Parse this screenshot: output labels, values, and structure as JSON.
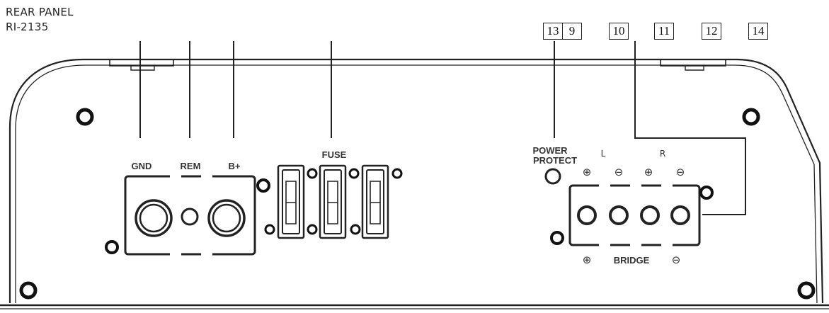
{
  "header": {
    "line1": "REAR PANEL",
    "line2": "RI-2135"
  },
  "callouts": [
    "13",
    "9",
    "10",
    "11",
    "12",
    "14"
  ],
  "panel_labels": {
    "gnd": "GND",
    "rem": "REM",
    "bplus": "B+",
    "fuse": "FUSE",
    "power_line1": "POWER",
    "power_line2": "PROTECT",
    "left_channel": "L",
    "right_channel": "R",
    "bridge": "BRIDGE",
    "plus_symbol": "⊕",
    "minus_symbol": "⊖"
  },
  "colors": {
    "stroke": "#222222",
    "text": "#333333",
    "background": "#ffffff"
  }
}
